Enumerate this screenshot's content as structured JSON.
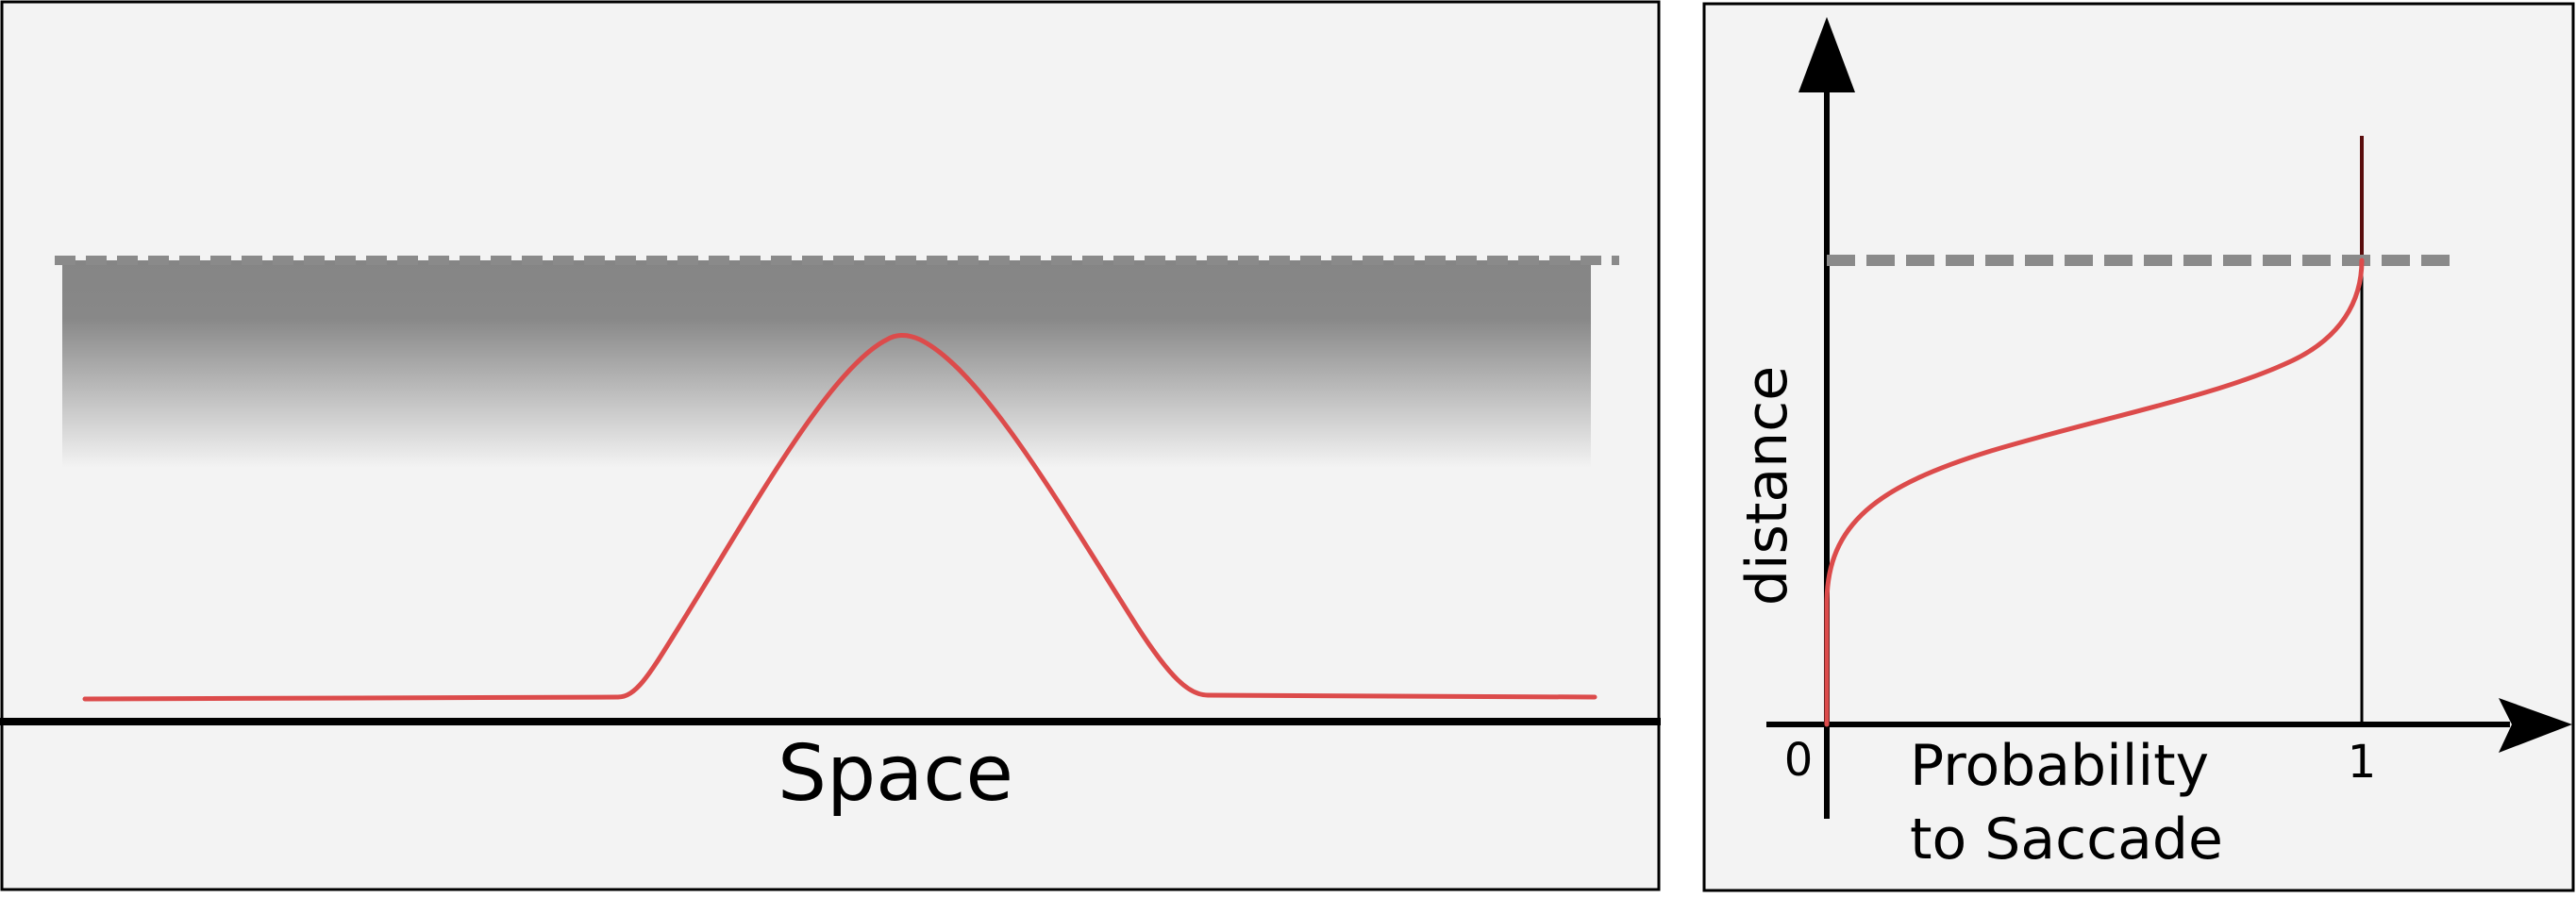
{
  "left_panel": {
    "axis_label": "Space"
  },
  "right_panel": {
    "ylabel": "distance",
    "xlabel_line1": "Probability",
    "xlabel_line2": "to Saccade",
    "tick_zero": "0",
    "tick_one": "1"
  },
  "colors": {
    "panel_background": "#f3f3f3",
    "panel_border": "#000000",
    "curve": "#dc4b4b",
    "dashed_threshold": "#8a8a8a",
    "gradient_top": "#858585",
    "gradient_bottom": "#f3f3f3",
    "axis": "#000000"
  }
}
